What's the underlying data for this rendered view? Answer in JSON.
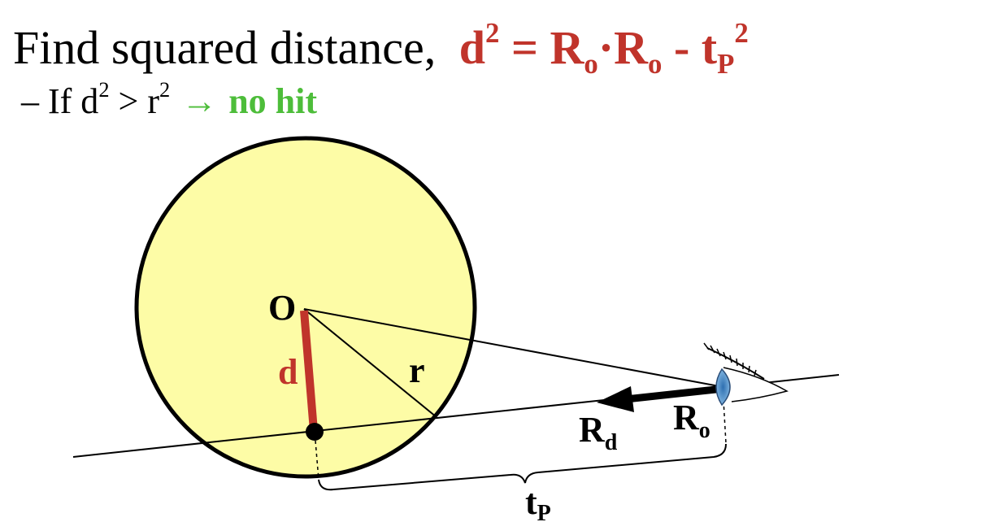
{
  "heading": {
    "text": "Find squared distance,",
    "formula": {
      "lhs": "d",
      "lhs_sup": "2",
      "eq": " = ",
      "t1": "R",
      "t1_sub": "o",
      "dot": "·",
      "t2": "R",
      "t2_sub": "o",
      "minus": " - ",
      "t3": "t",
      "t3_sub": "P",
      "t3_sup": "2"
    }
  },
  "condition": {
    "dash": "–",
    "if": " If d",
    "d_sup": "2",
    "gt": " > r",
    "r_sup": "2",
    "arrow": "→",
    "result": "no hit"
  },
  "diagram": {
    "center_label": "O",
    "d_label": "d",
    "r_label": "r",
    "rd_label": "R",
    "rd_sub": "d",
    "ro_label": "R",
    "ro_sub": "o",
    "tp_label": "t",
    "tp_sub": "P",
    "colors": {
      "sphere_fill": "#fdfca6",
      "d_segment": "#c0342b",
      "formula": "#c0342b",
      "no_hit": "#4dbd3a",
      "eye": "#5b9bd5"
    }
  }
}
